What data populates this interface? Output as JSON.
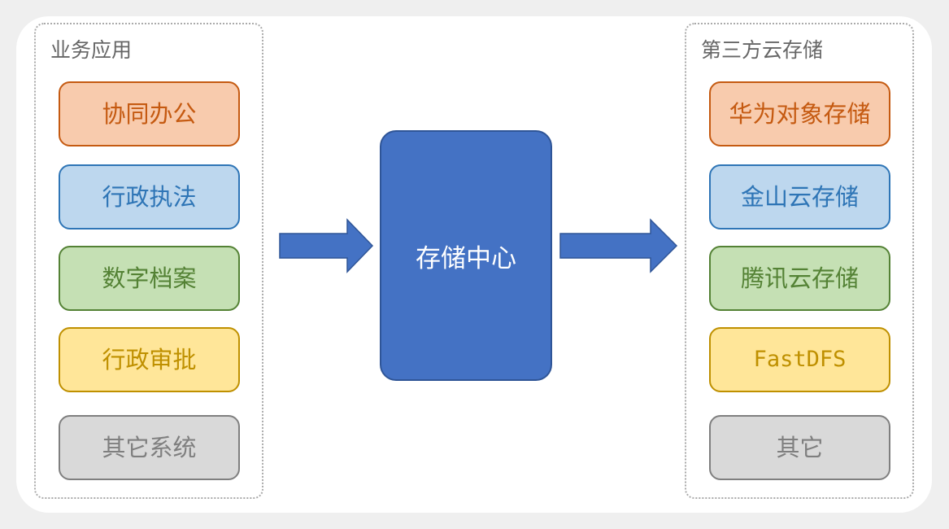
{
  "left_panel": {
    "title": "业务应用",
    "items": [
      "协同办公",
      "行政执法",
      "数字档案",
      "行政审批",
      "其它系统"
    ]
  },
  "center": {
    "label": "存储中心",
    "color": "#4472c4"
  },
  "right_panel": {
    "title": "第三方云存储",
    "items": [
      "华为对象存储",
      "金山云存储",
      "腾讯云存储",
      "FastDFS",
      "其它"
    ]
  }
}
